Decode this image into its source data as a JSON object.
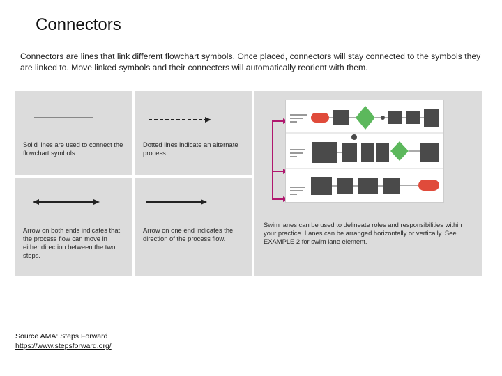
{
  "title": "Connectors",
  "intro": "Connectors are lines that link different flowchart symbols. Once placed, connectors will stay connected to the symbols they are linked to. Move linked symbols and their connecters will automatically reorient with them.",
  "panels": {
    "solid": {
      "caption": "Solid lines are used to connect the flowchart symbols."
    },
    "dotted": {
      "caption": "Dotted lines indicate an alternate process."
    },
    "both_ends": {
      "caption": "Arrow on both ends indicates that the process flow can move in either direction between the two steps."
    },
    "one_end": {
      "caption": "Arrow on one end indicates the direction of the process flow."
    },
    "swimlanes": {
      "caption": "Swim lanes can be used to delineate roles and responsibilities within your practice. Lanes can be arranged horizontally or vertically. See EXAMPLE 2 for swim lane element."
    }
  },
  "source": {
    "label": "Source AMA: Steps Forward",
    "url": "https://www.stepsforward.org/"
  },
  "colors": {
    "panel_bg": "#dcdcdc",
    "swimlane_accent": "#b0186e",
    "decision_green": "#5cb85c",
    "terminator_red": "#e04b3b",
    "process_dark": "#4a4a4a"
  }
}
